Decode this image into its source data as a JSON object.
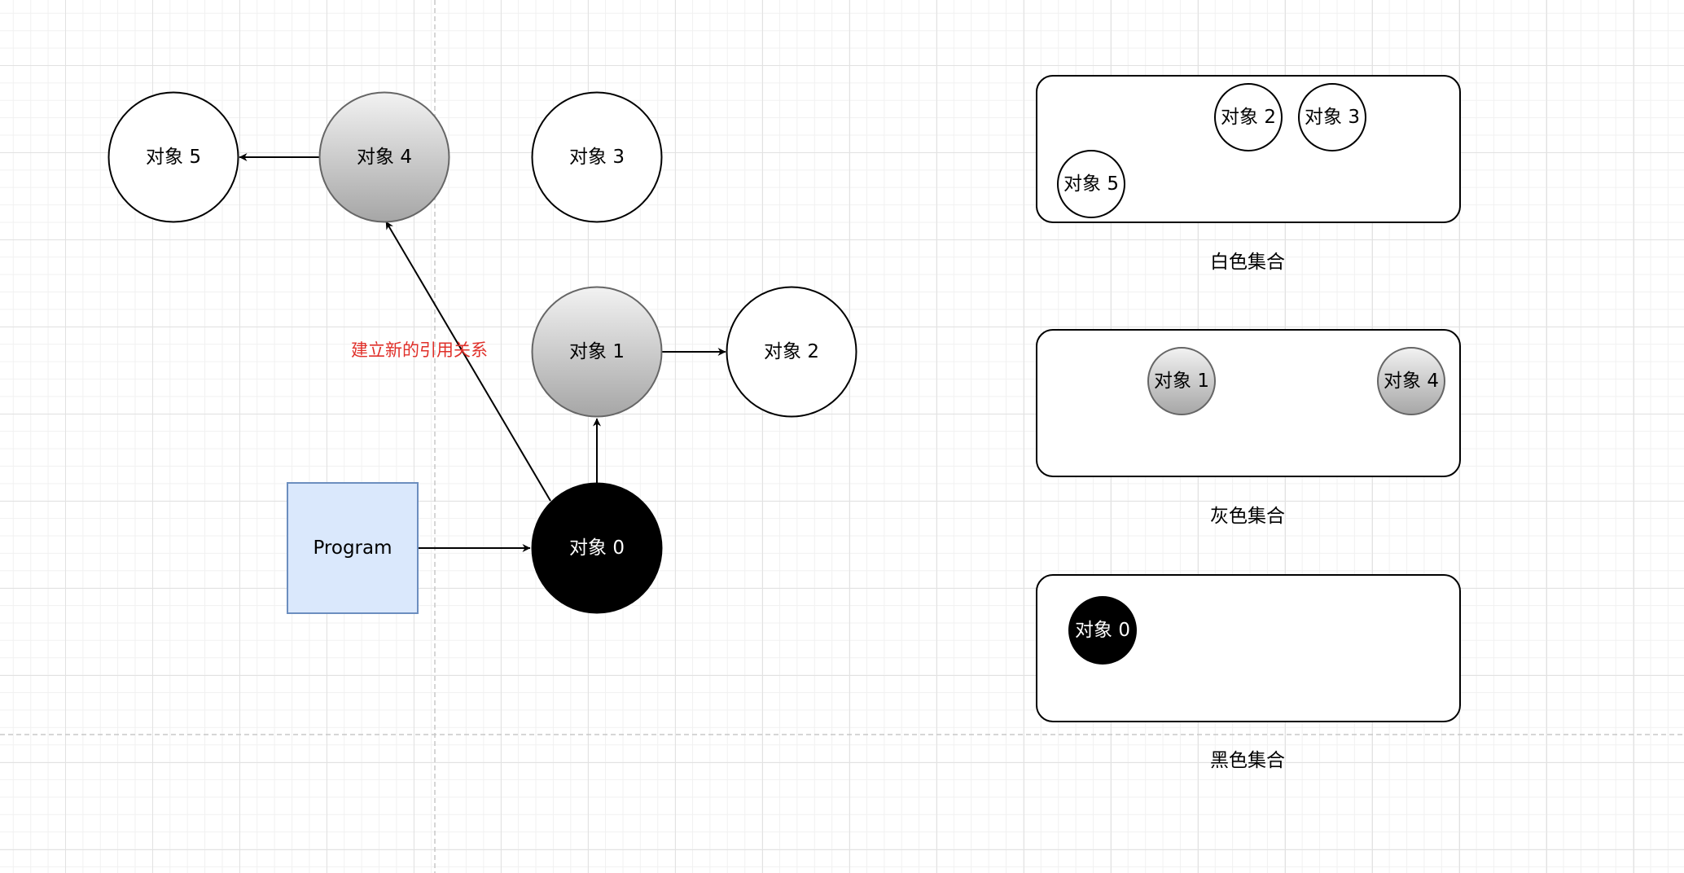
{
  "diagram": {
    "nodes": {
      "obj5": "对象 5",
      "obj4": "对象 4",
      "obj3": "对象 3",
      "obj1": "对象 1",
      "obj2": "对象 2",
      "obj0": "对象 0",
      "program": "Program"
    },
    "edge_label": "建立新的引用关系",
    "colors": {
      "white_node": "#ffffff",
      "gray_gradient_top": "#f0f0f0",
      "gray_gradient_bottom": "#a8a8a8",
      "black_node": "#000000",
      "program_fill": "#dae8fc",
      "program_stroke": "#6c8ebf",
      "edge_label_color": "#e0302a"
    }
  },
  "sets": {
    "white": {
      "label": "白色集合",
      "items": [
        "对象 2",
        "对象 3",
        "对象 5"
      ]
    },
    "gray": {
      "label": "灰色集合",
      "items": [
        "对象 1",
        "对象 4"
      ]
    },
    "black": {
      "label": "黑色集合",
      "items": [
        "对象 0"
      ]
    }
  }
}
